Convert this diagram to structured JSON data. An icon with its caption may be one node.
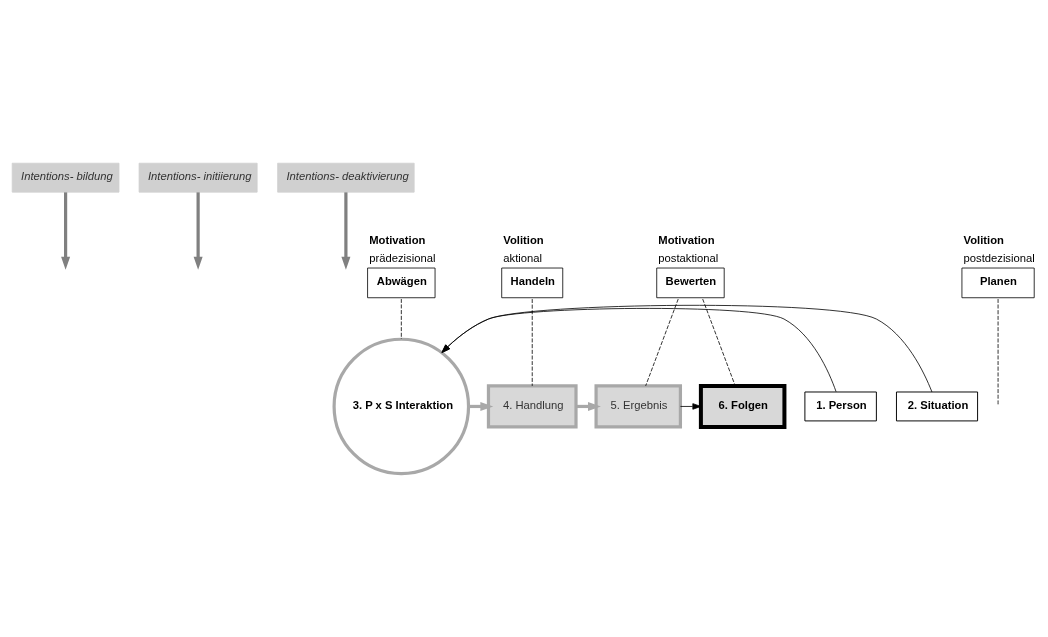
{
  "diagram": {
    "nodes": [
      {
        "text": [
          "Intentions- bildung"
        ]
      },
      {
        "text": [
          "Intentions- initiierung"
        ]
      },
      {
        "text": [
          "Intentions- deaktivierung"
        ]
      },
      {
        "text": [
          "Motivation",
          "prädezisional",
          "Abwägen"
        ]
      },
      {
        "text": [
          "Volition",
          "postdezisional",
          "Planen"
        ]
      },
      {
        "text": [
          "Volition",
          "aktional",
          "Handeln"
        ]
      },
      {
        "text": [
          "Motivation",
          "postaktional",
          "Bewerten"
        ]
      },
      {
        "text": [
          "1. Person"
        ]
      },
      {
        "text": [
          "2. Situation"
        ]
      },
      {
        "text": [
          "3. P x S Interaktion"
        ]
      },
      {
        "text": [
          "4. Handlung"
        ]
      },
      {
        "text": [
          "5. Ergebnis"
        ]
      },
      {
        "text": [
          "6. Folgen"
        ]
      }
    ],
    "edges": [
      {
        "from": 0,
        "to": null,
        "arrow": "to",
        "style": "thick",
        "color": "#808080"
      },
      {
        "from": 1,
        "to": null,
        "arrow": "to",
        "style": "thick",
        "color": "#808080"
      },
      {
        "from": 2,
        "to": null,
        "arrow": "to",
        "style": "thick",
        "color": "#808080"
      },
      {
        "from": 3,
        "to": 9,
        "arrow": "none",
        "style": "dashed"
      },
      {
        "from": 4,
        "to": null,
        "arrow": "none",
        "style": "dashed"
      },
      {
        "from": 5,
        "to": 10,
        "arrow": "none",
        "style": "dashed"
      },
      {
        "from": 6,
        "to": 11,
        "arrow": "none",
        "style": "dashed"
      },
      {
        "from": 6,
        "to": 12,
        "arrow": "none",
        "style": "dashed"
      },
      {
        "from": 7,
        "to": 9,
        "arrow": "to"
      },
      {
        "from": 8,
        "to": 9,
        "arrow": "to"
      },
      {
        "from": 9,
        "to": 10,
        "arrow": "to",
        "style": "thick",
        "color": "#a8a8a8"
      },
      {
        "from": 10,
        "to": 11,
        "arrow": "to",
        "style": "thick",
        "color": "#a8a8a8"
      },
      {
        "from": 11,
        "to": 12,
        "arrow": "to"
      }
    ]
  }
}
